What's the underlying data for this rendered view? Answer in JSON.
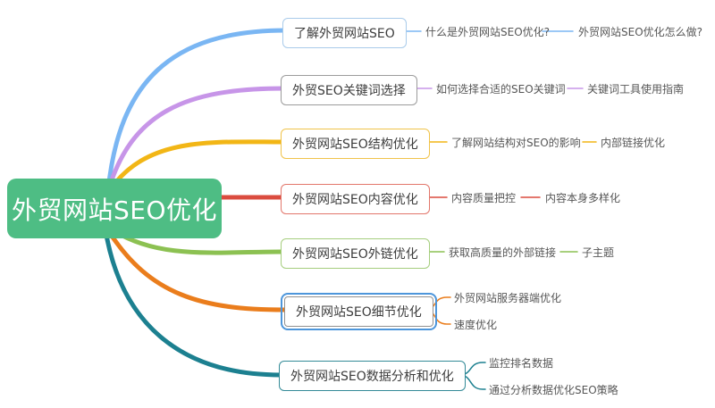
{
  "root": {
    "label": "外贸网站SEO优化",
    "color": "#4EBD84",
    "text_color": "#FFFFFF"
  },
  "selection": {
    "outline_color": "#4D96DB",
    "selected_node": "外贸网站SEO细节优化"
  },
  "branches": [
    {
      "label": "了解外贸网站SEO",
      "color": "#7AB6F3",
      "border": "#A9CBEA",
      "children": [
        "什么是外贸网站SEO优化?",
        "外贸网站SEO优化怎么做?"
      ]
    },
    {
      "label": "外贸SEO关键词选择",
      "color": "#C795E8",
      "border": "#9B9B9B",
      "children": [
        "如何选择合适的SEO关键词",
        "关键词工具使用指南"
      ]
    },
    {
      "label": "外贸网站SEO结构优化",
      "color": "#F2B616",
      "border": "#F0C34A",
      "children": [
        "了解网站结构对SEO的影响",
        "内部链接优化"
      ]
    },
    {
      "label": "外贸网站SEO内容优化",
      "color": "#DB4C3F",
      "border": "#E2766B",
      "children": [
        "内容质量把控",
        "内容本身多样化"
      ]
    },
    {
      "label": "外贸网站SEO外链优化",
      "color": "#8CC152",
      "border": "#A6CE7E",
      "children": [
        "获取高质量的外部链接",
        "子主题"
      ]
    },
    {
      "label": "外贸网站SEO细节优化",
      "color": "#EA7D1C",
      "border": "#909090",
      "selected": true,
      "children": [
        "外贸网站服务器端优化",
        "速度优化"
      ]
    },
    {
      "label": "外贸网站SEO数据分析和优化",
      "color": "#1C8090",
      "border": "#338A97",
      "children": [
        "监控排名数据",
        "通过分析数据优化SEO策略"
      ]
    }
  ]
}
